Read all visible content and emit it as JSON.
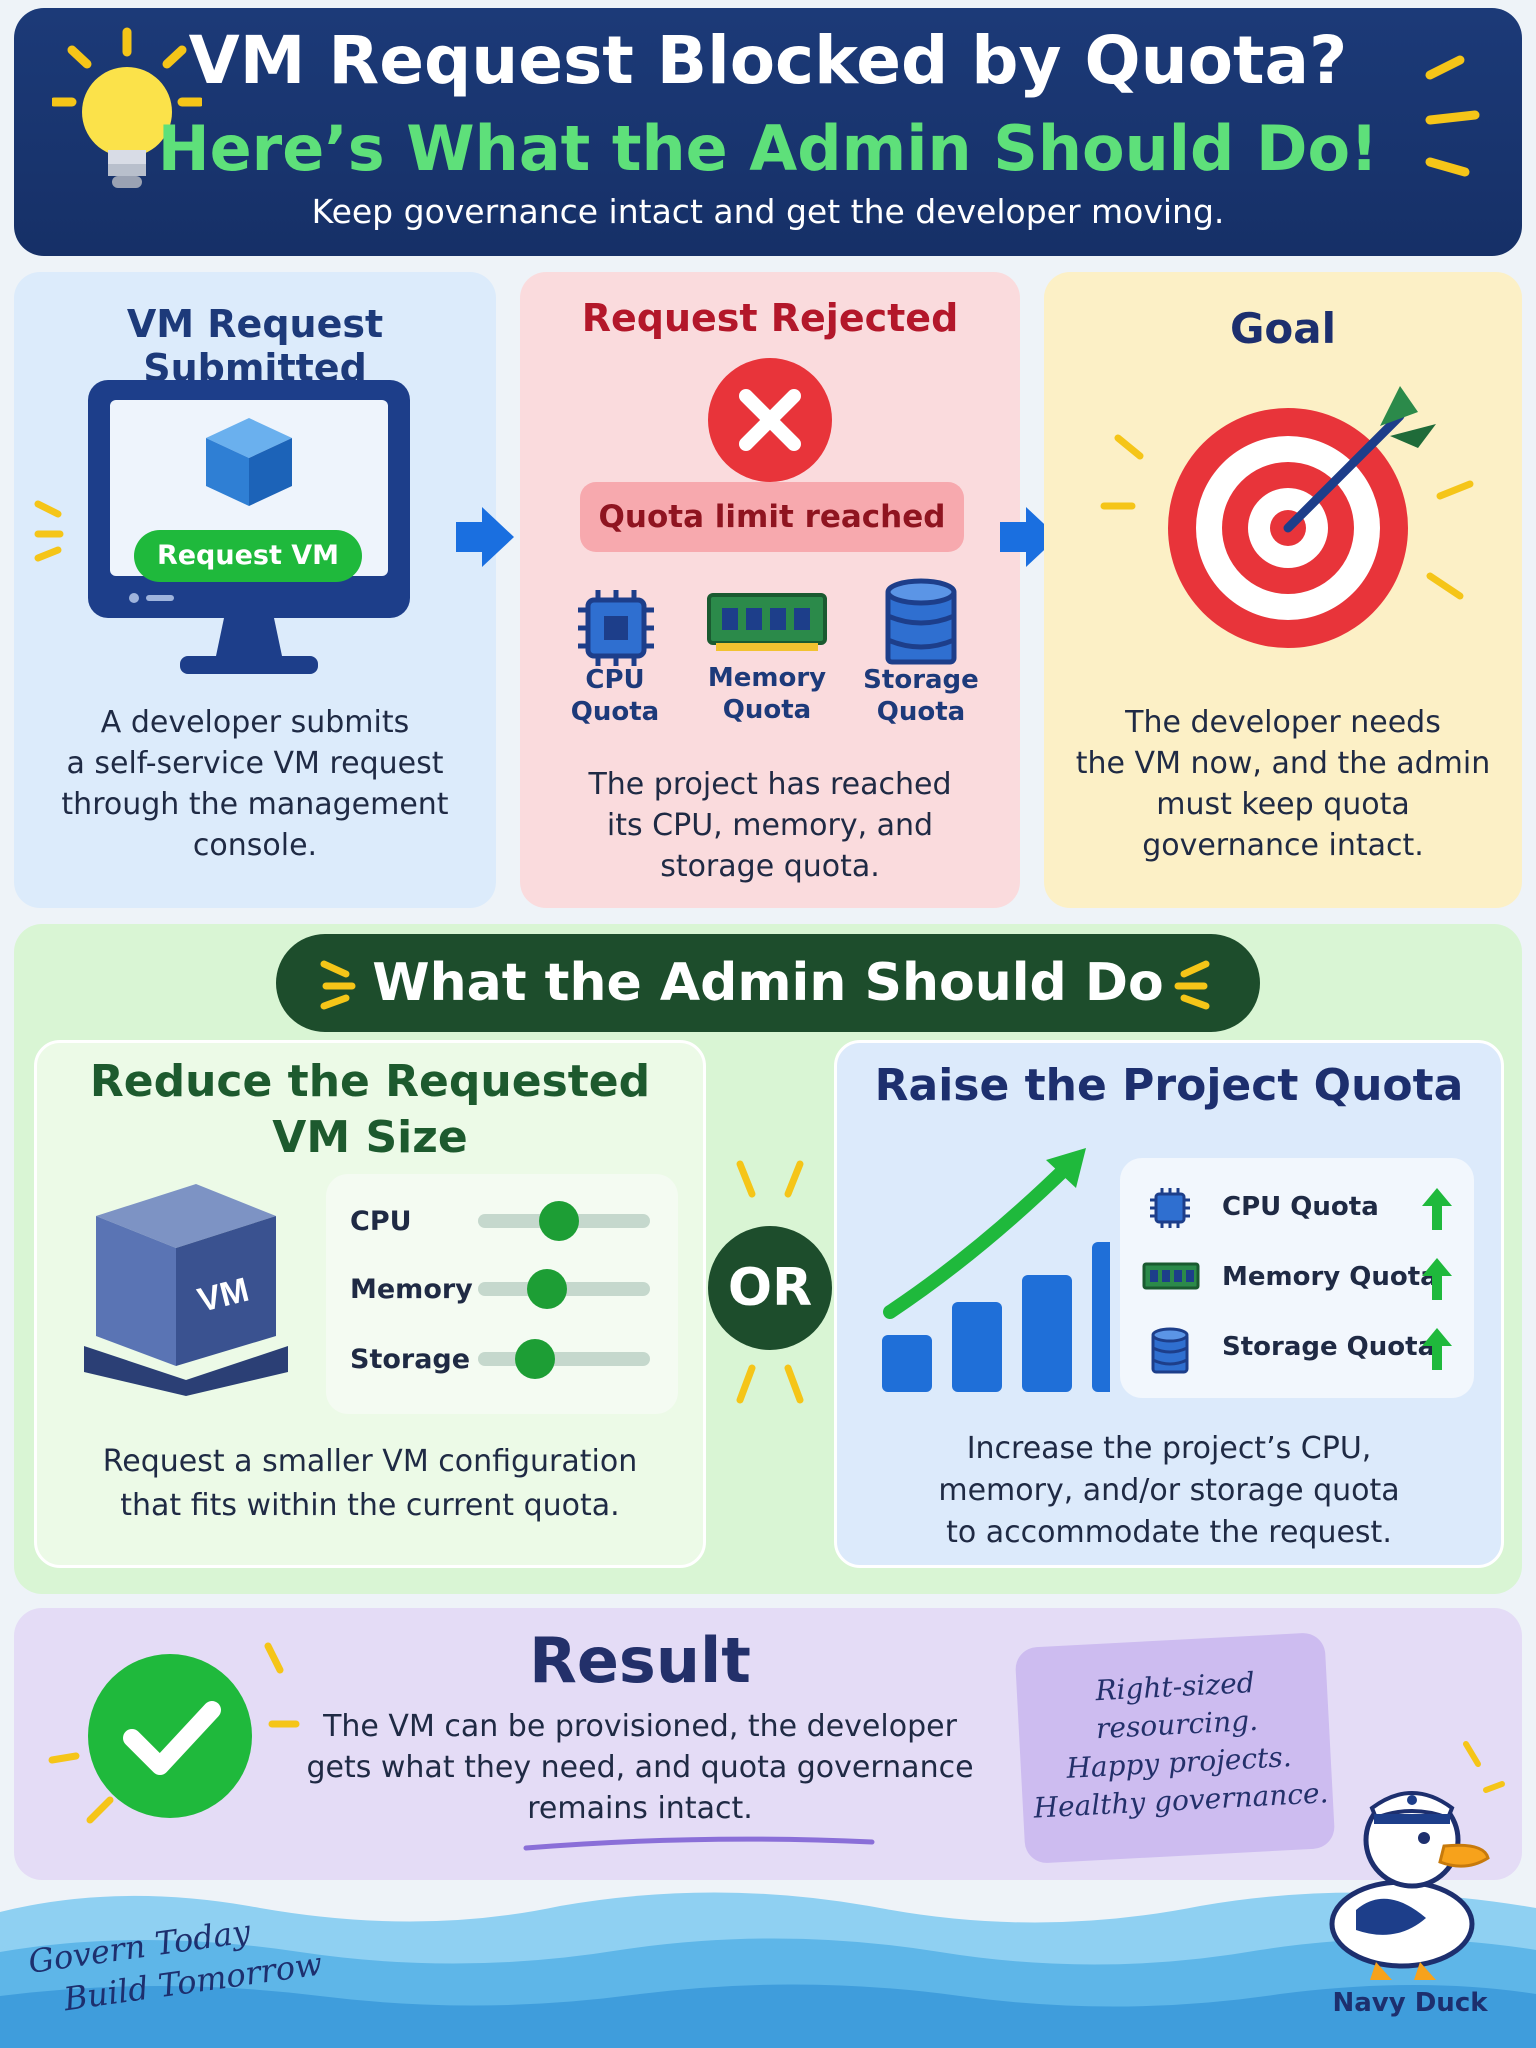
{
  "header": {
    "title": "VM Request Blocked by Quota?",
    "subtitle": "Here’s What the Admin Should Do!",
    "tagline": "Keep governance intact and get the developer moving."
  },
  "steps": {
    "submitted": {
      "title": "VM Request Submitted",
      "button_label": "Request VM",
      "body_lines": [
        "A developer submits",
        "a self-service VM request",
        "through the management",
        "console."
      ]
    },
    "rejected": {
      "title": "Request Rejected",
      "badge": "Quota limit reached",
      "quotas": [
        {
          "line1": "CPU",
          "line2": "Quota",
          "icon": "cpu-chip-icon"
        },
        {
          "line1": "Memory",
          "line2": "Quota",
          "icon": "memory-module-icon"
        },
        {
          "line1": "Storage",
          "line2": "Quota",
          "icon": "storage-database-icon"
        }
      ],
      "body_lines": [
        "The project has reached",
        "its CPU, memory, and",
        "storage quota."
      ]
    },
    "goal": {
      "title": "Goal",
      "body_lines": [
        "The developer needs",
        "the VM now, and the admin",
        "must keep quota",
        "governance intact."
      ]
    }
  },
  "admin": {
    "heading": "What the Admin Should Do",
    "or_label": "OR",
    "option_reduce": {
      "title_lines": [
        "Reduce the Requested",
        "VM Size"
      ],
      "cube_label": "VM",
      "sliders": [
        {
          "label": "CPU",
          "level": 0.47
        },
        {
          "label": "Memory",
          "level": 0.4
        },
        {
          "label": "Storage",
          "level": 0.33
        }
      ],
      "body_lines": [
        "Request a smaller VM configuration",
        "that fits within the current quota."
      ]
    },
    "option_raise": {
      "title": "Raise the Project Quota",
      "chart_bars": [
        0.38,
        0.6,
        0.78,
        1.0
      ],
      "quotas": [
        {
          "label": "CPU Quota",
          "icon": "cpu-chip-icon"
        },
        {
          "label": "Memory Quota",
          "icon": "memory-module-icon"
        },
        {
          "label": "Storage Quota",
          "icon": "storage-database-icon"
        }
      ],
      "body_lines": [
        "Increase the project’s CPU,",
        "memory, and/or storage quota",
        "to accommodate the request."
      ]
    }
  },
  "result": {
    "title": "Result",
    "body_lines": [
      "The VM can be provisioned, the developer",
      "gets what they need, and quota governance",
      "remains intact."
    ],
    "note_lines": [
      "Right-sized",
      "resourcing.",
      "Happy projects.",
      "Healthy governance."
    ]
  },
  "footer": {
    "motto_lines": [
      "Govern Today",
      "Build Tomorrow"
    ],
    "mascot_name": "Navy Duck"
  },
  "colors": {
    "header_bg": "#1c3a78",
    "header_accent": "#5ee07a",
    "arrow": "#1a6fe0",
    "reject_red": "#e8343a",
    "success_green": "#1fb93c",
    "dark_green": "#1d4d2c",
    "result_purple": "#e4dcf6"
  }
}
